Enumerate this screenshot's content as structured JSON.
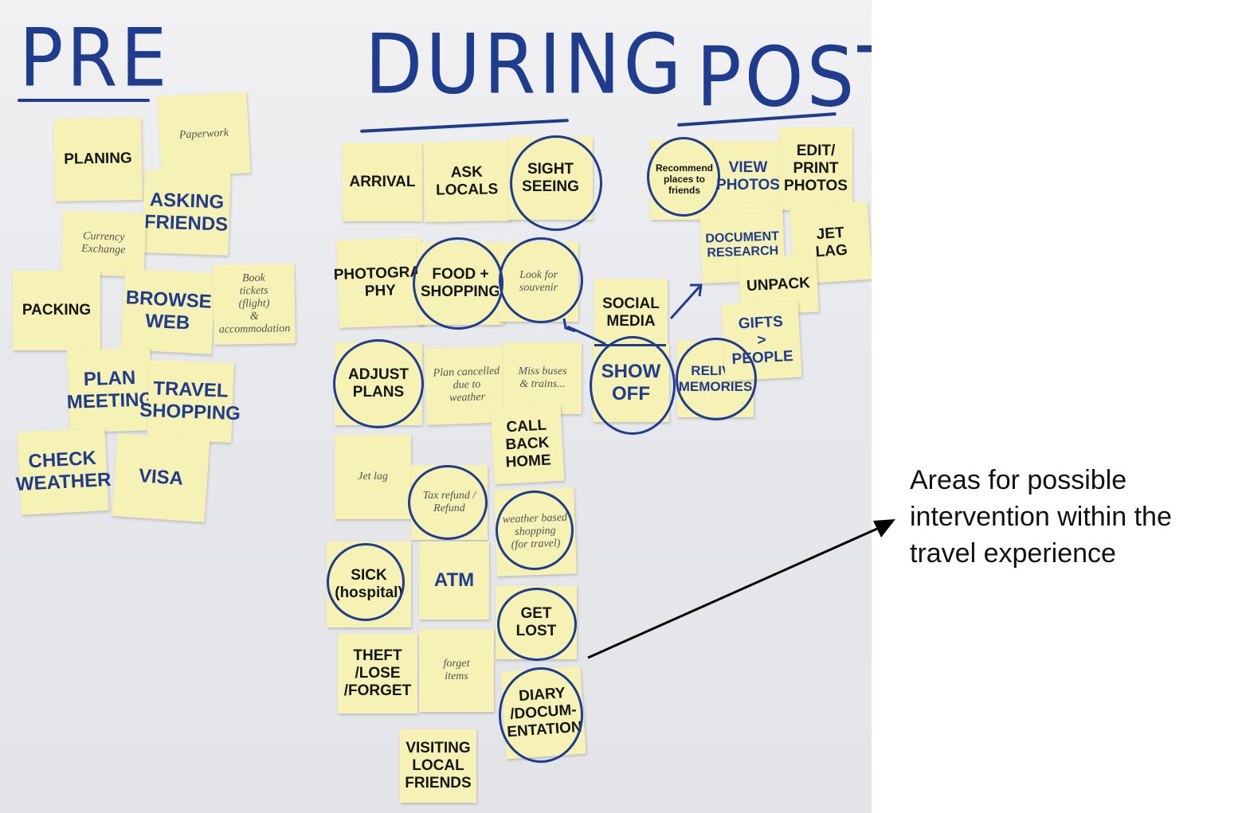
{
  "columns": {
    "pre": "PRE",
    "during": "DURING",
    "post": "POST"
  },
  "notes": {
    "planing": "PLANING",
    "paperwork": "Paperwork",
    "asking_friends": "ASKING\nFRIENDS",
    "currency_exchange": "Currency\nExchange",
    "packing": "PACKING",
    "browse_web": "BROWSE\nWEB",
    "book_tickets": "Book\ntickets\n(flight)\n& accommodation",
    "plan_meeting": "PLAN\nMEETING",
    "travel_shopping": "TRAVEL\nSHOPPING",
    "check_weather": "CHECK\nWEATHER",
    "visa": "VISA",
    "arrival": "ARRIVAL",
    "ask_locals": "ASK\nLOCALS",
    "sight_seeing": "SIGHT\nSEEING",
    "photography": "PHOTOGRA-\nPHY",
    "food_shopping": "FOOD +\nSHOPPING",
    "look_for_souvenir": "Look for\nsouvenir",
    "social_media": "SOCIAL\nMEDIA",
    "adjust_plans": "ADJUST\nPLANS",
    "plan_cancelled": "Plan cancelled\ndue to\nweather",
    "miss_buses": "Miss buses\n& trains...",
    "show_off": "SHOW\nOFF",
    "call_back_home": "CALL\nBACK\nHOME",
    "jet_lag_during": "Jet lag",
    "tax_refund": "Tax refund /\nRefund",
    "weather_shopping": "weather based\nshopping\n(for travel)",
    "sick_hospital": "SICK\n(hospital)",
    "atm": "ATM",
    "get_lost": "GET\nLOST",
    "theft": "THEFT\n/LOSE\n/FORGET",
    "forget_items": "forget\nitems",
    "diary": "DIARY\n/DOCUM-\nENTATION",
    "visiting_local_friends": "VISITING\nLOCAL\nFRIENDS",
    "recommend_places": "Recommend\nplaces to\nfriends",
    "view_photos": "VIEW\nPHOTOS",
    "edit_print_photos": "EDIT/\nPRINT\nPHOTOS",
    "document_research": "DOCUMENT\nRESEARCH",
    "jet_lag_post": "JET\nLAG",
    "unpack": "UNPACK",
    "relive_memories": "RELIVE\nMEMORIES",
    "gifts_people": "GIFTS\n> PEOPLE"
  },
  "annotation": "Areas for possible\nintervention within the\ntravel experience",
  "colors": {
    "ink": "#1f3c8f",
    "note": "#f6f1b4",
    "marker": "#151515"
  }
}
